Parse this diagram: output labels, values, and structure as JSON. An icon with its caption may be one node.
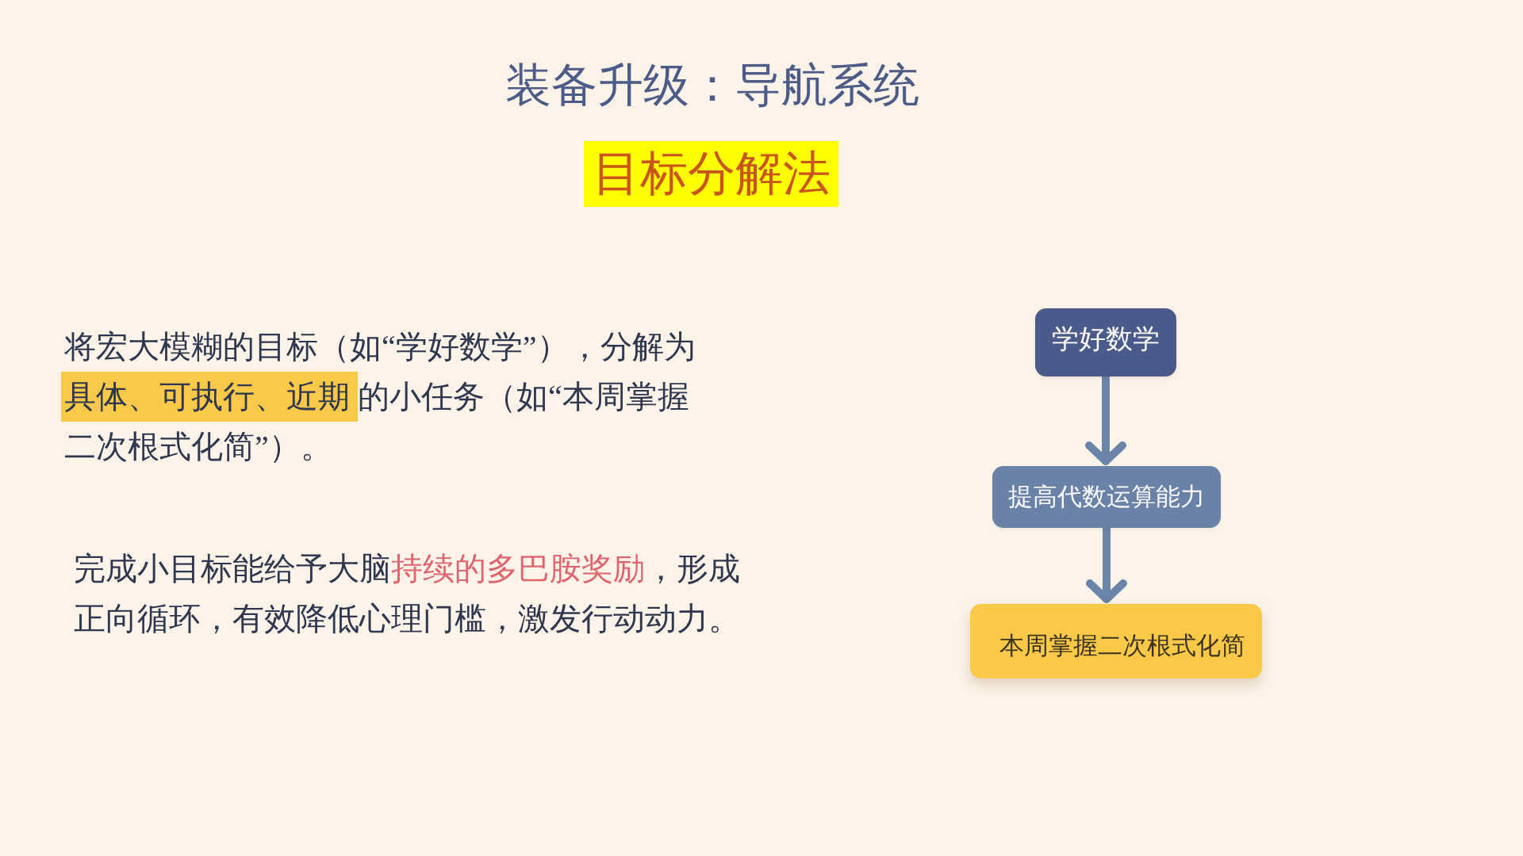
{
  "diagram": {
    "title": "装备升级：导航系统",
    "nodes": [
      {
        "text": [
          "学好数学"
        ]
      },
      {
        "text": [
          "提高代数运算能力"
        ]
      },
      {
        "text": [
          "本周掌握二次根式化简"
        ]
      }
    ],
    "edges": [
      {
        "from": 0,
        "to": 1,
        "arrow": "to"
      },
      {
        "from": 1,
        "to": 2,
        "arrow": "to"
      }
    ],
    "labels": [
      "目标分解法",
      "将宏大模糊的目标（如“学好数学”），分解为**具体、可执行、近期**的小任务（如“本周掌握二次根式化简”）。",
      "完成小目标能给予大脑**持续的多巴胺奖励**，形成正向循环，有效降低心理门槛，激发行动动力。"
    ]
  }
}
